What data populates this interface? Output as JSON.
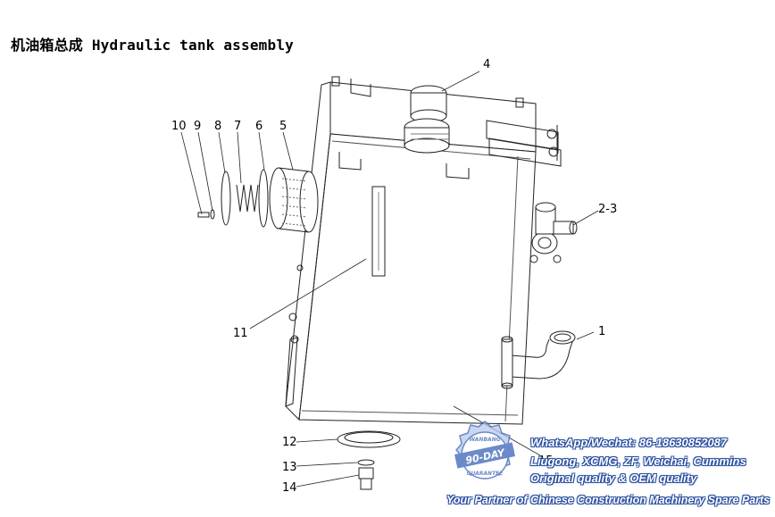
{
  "title": "机油箱总成 Hydraulic tank assembly",
  "callouts": [
    "4",
    "10",
    "9",
    "8",
    "7",
    "6",
    "5",
    "2-3",
    "11",
    "1",
    "12",
    "15",
    "13",
    "14"
  ],
  "watermark": {
    "badge_top": "WANBANG",
    "badge_middle": "90-DAY",
    "badge_bottom": "GUARANTEE",
    "line1": "WhatsApp/Wechat: 86-18630852087",
    "line2": "Liugong, XCMG, ZF, Weichai, Cummins",
    "line3": "Original quality & OEM quality",
    "line4": "Your Partner of Chinese Construction Machinery Spare Parts",
    "color": "#3a64b8"
  }
}
